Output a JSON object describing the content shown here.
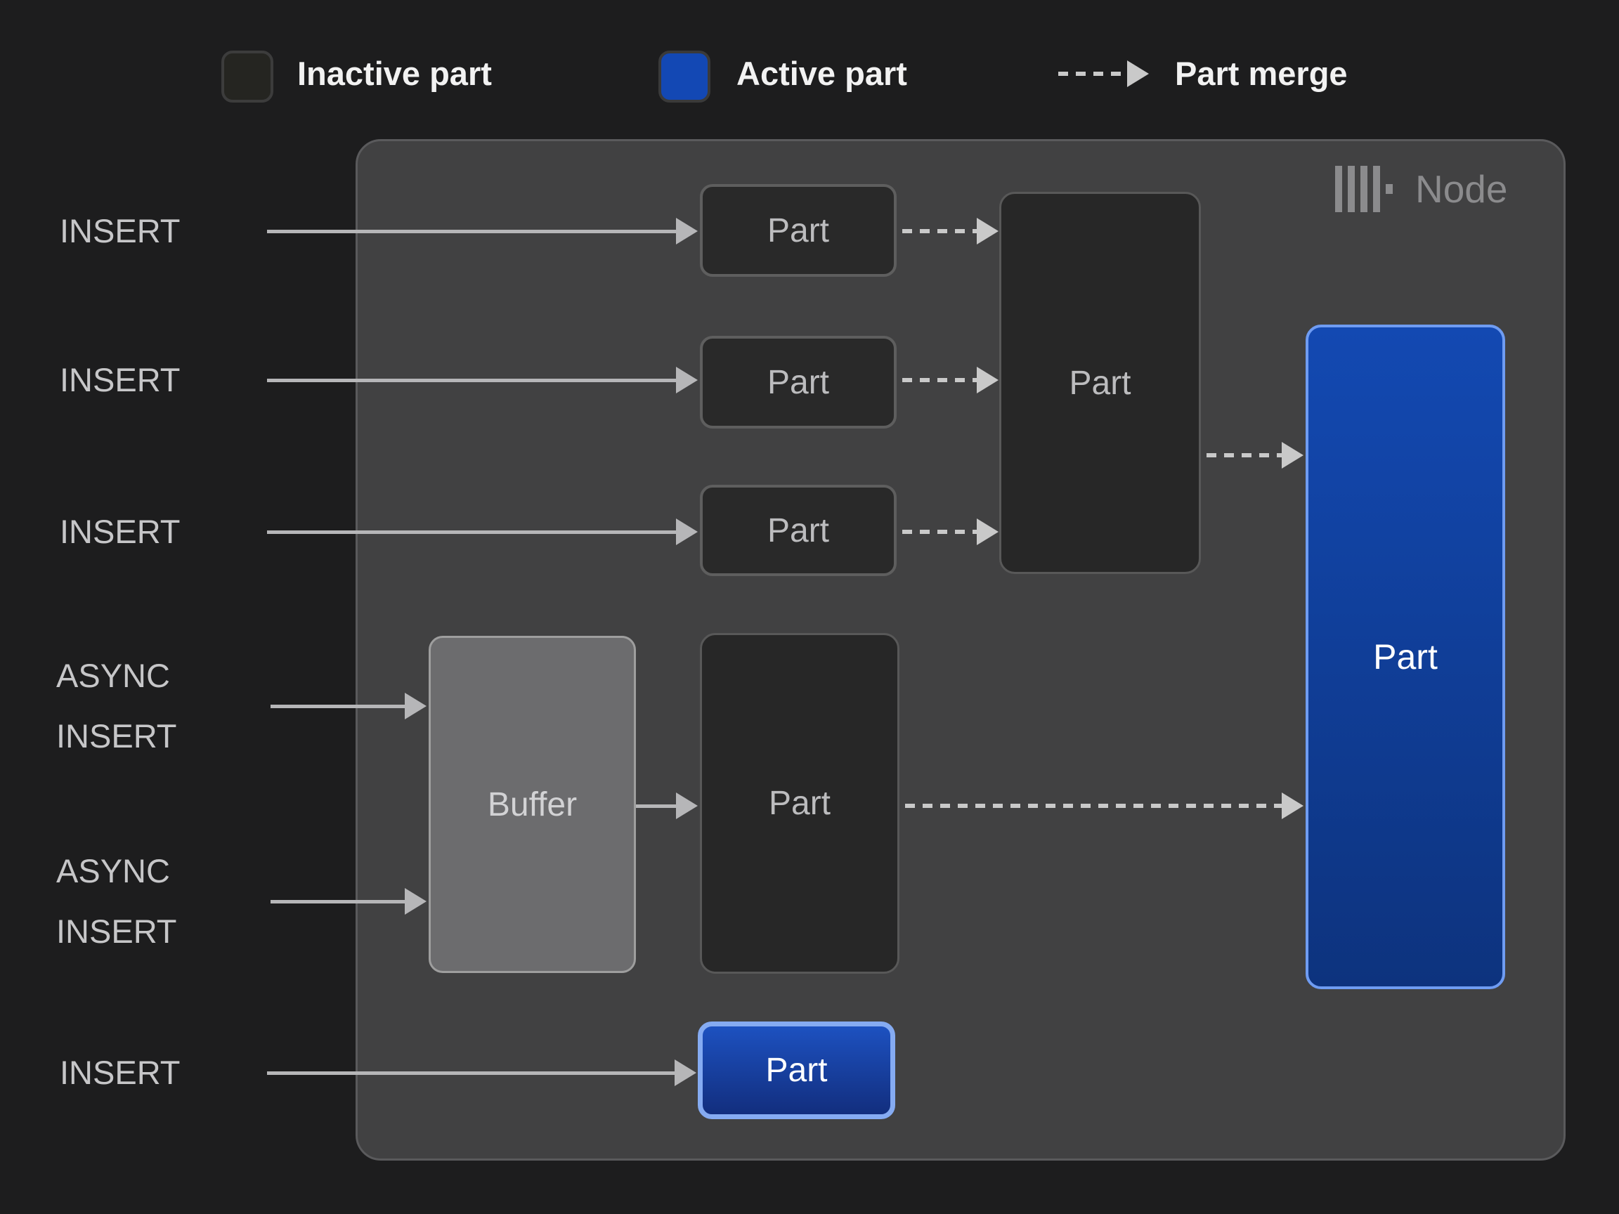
{
  "legend": {
    "inactive_label": "Inactive part",
    "active_label": "Active part",
    "merge_label": "Part merge"
  },
  "node": {
    "title": "Node",
    "logo_icon": "clickhouse-bars-icon"
  },
  "inputs": {
    "insert1": "INSERT",
    "insert2": "INSERT",
    "insert3": "INSERT",
    "async1_line1": "ASYNC",
    "async1_line2": "INSERT",
    "async2_line1": "ASYNC",
    "async2_line2": "INSERT",
    "insert_bottom": "INSERT"
  },
  "boxes": {
    "part1": "Part",
    "part2": "Part",
    "part3": "Part",
    "merge_part": "Part",
    "buffer": "Buffer",
    "async_part": "Part",
    "active_part_large": "Part",
    "active_part_small": "Part"
  },
  "colors": {
    "background": "#1d1d1e",
    "node_fill": "#414142",
    "inactive_part_fill": "#292929",
    "active_part_blue": "#1348b4",
    "active_gradient_top": "#1349b2",
    "active_gradient_bottom": "#0d337e",
    "buffer_fill": "#6c6c6e",
    "arrow_gray": "#b6b6b8",
    "text_gray": "#c6c6c8"
  }
}
